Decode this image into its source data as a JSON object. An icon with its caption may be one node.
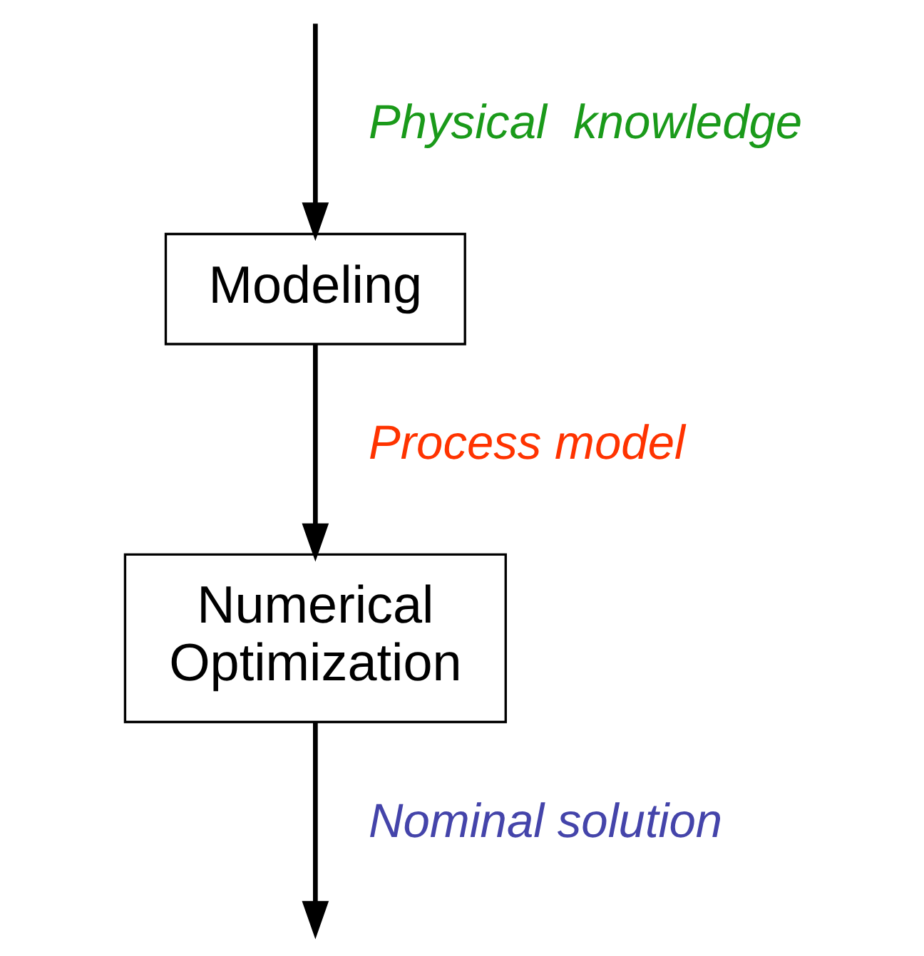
{
  "diagram": {
    "nodes": [
      {
        "text": [
          "Modeling"
        ]
      },
      {
        "text": [
          "Numerical Optimization"
        ]
      }
    ],
    "edges": [
      {
        "from": null,
        "to": 0,
        "arrow": "to",
        "label": "Physical  knowledge"
      },
      {
        "from": 0,
        "to": 1,
        "arrow": "to",
        "label": "Process model"
      },
      {
        "from": 1,
        "to": null,
        "arrow": "to",
        "label": "Nominal solution"
      }
    ]
  }
}
